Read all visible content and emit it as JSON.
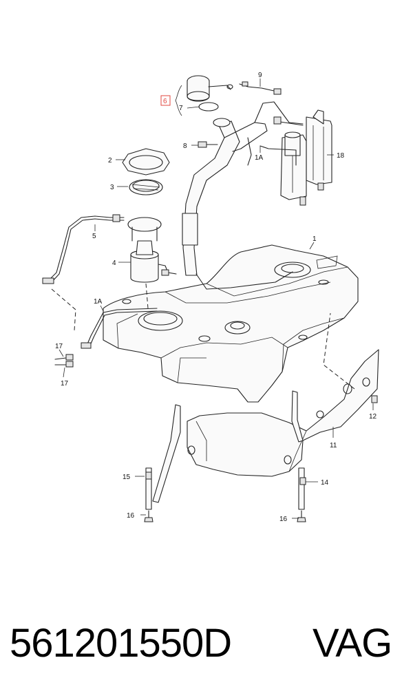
{
  "diagram": {
    "callouts": {
      "c1": "1",
      "c2": "2",
      "c3": "3",
      "c4": "4",
      "c5": "5",
      "c6": "6",
      "c7": "7",
      "c8": "8",
      "c9": "9",
      "c11": "11",
      "c12": "12",
      "c14": "14",
      "c15": "15",
      "c16a": "16",
      "c16b": "16",
      "c17a": "17",
      "c17b": "17",
      "c18": "18",
      "c1a_left": "1A",
      "c1a_top": "1A"
    },
    "highlight_color": "#e0443e"
  },
  "footer": {
    "part_number": "561201550D",
    "brand": "VAG"
  }
}
